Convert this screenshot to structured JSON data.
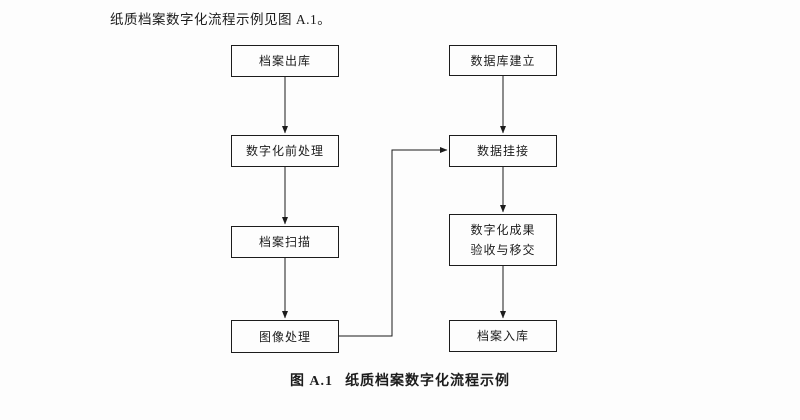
{
  "document": {
    "intro_text": "纸质档案数字化流程示例见图 A.1。",
    "caption": {
      "figure_label": "图 A.1",
      "figure_title": "纸质档案数字化流程示例"
    }
  },
  "flowchart": {
    "left_column": [
      {
        "label": "档案出库"
      },
      {
        "label": "数字化前处理"
      },
      {
        "label": "档案扫描"
      },
      {
        "label": "图像处理"
      }
    ],
    "right_column": [
      {
        "label": "数据库建立"
      },
      {
        "label": "数据挂接"
      },
      {
        "label": "数字化成果验收与移交",
        "line1": "数字化成果",
        "line2": "验收与移交"
      },
      {
        "label": "档案入库"
      }
    ],
    "connections": [
      {
        "from": "档案出库",
        "to": "数字化前处理"
      },
      {
        "from": "数字化前处理",
        "to": "档案扫描"
      },
      {
        "from": "档案扫描",
        "to": "图像处理"
      },
      {
        "from": "图像处理",
        "to": "数据挂接"
      },
      {
        "from": "数据库建立",
        "to": "数据挂接"
      },
      {
        "from": "数据挂接",
        "to": "数字化成果验收与移交"
      },
      {
        "from": "数字化成果验收与移交",
        "to": "档案入库"
      }
    ],
    "colors": {
      "line": "#1c1c1c",
      "box_border": "#1c1c1c",
      "text": "#1c1c1c",
      "background": "#fdfdfd"
    }
  }
}
